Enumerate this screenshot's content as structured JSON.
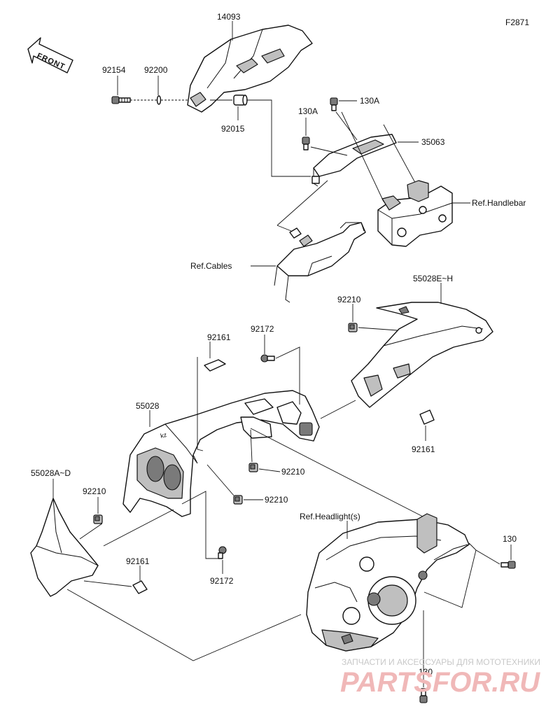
{
  "figure_id": "F2871",
  "front_label": "FRONT",
  "callouts": {
    "p14093": "14093",
    "p92154": "92154",
    "p92200": "92200",
    "p92015": "92015",
    "p130A_left": "130A",
    "p130A_right": "130A",
    "p35063": "35063",
    "ref_handlebar": "Ref.Handlebar",
    "ref_cables": "Ref.Cables",
    "p55028EH": "55028E~H",
    "p92210_top": "92210",
    "p92172_top": "92172",
    "p92161_top": "92161",
    "p55028": "55028",
    "p92161_right": "92161",
    "p92210_mid": "92210",
    "p92210_lower": "92210",
    "p55028AD": "55028A~D",
    "p92210_left": "92210",
    "p92161_left": "92161",
    "p92172_bottom": "92172",
    "ref_headlights": "Ref.Headlight(s)",
    "p130_right": "130",
    "p130_bottom": "130"
  },
  "watermark": {
    "tagline": "ЗАПЧАСТИ И АКСЕССУАРЫ ДЛЯ МОТОТЕХНИКИ",
    "brand": "PARTSFOR.RU"
  }
}
